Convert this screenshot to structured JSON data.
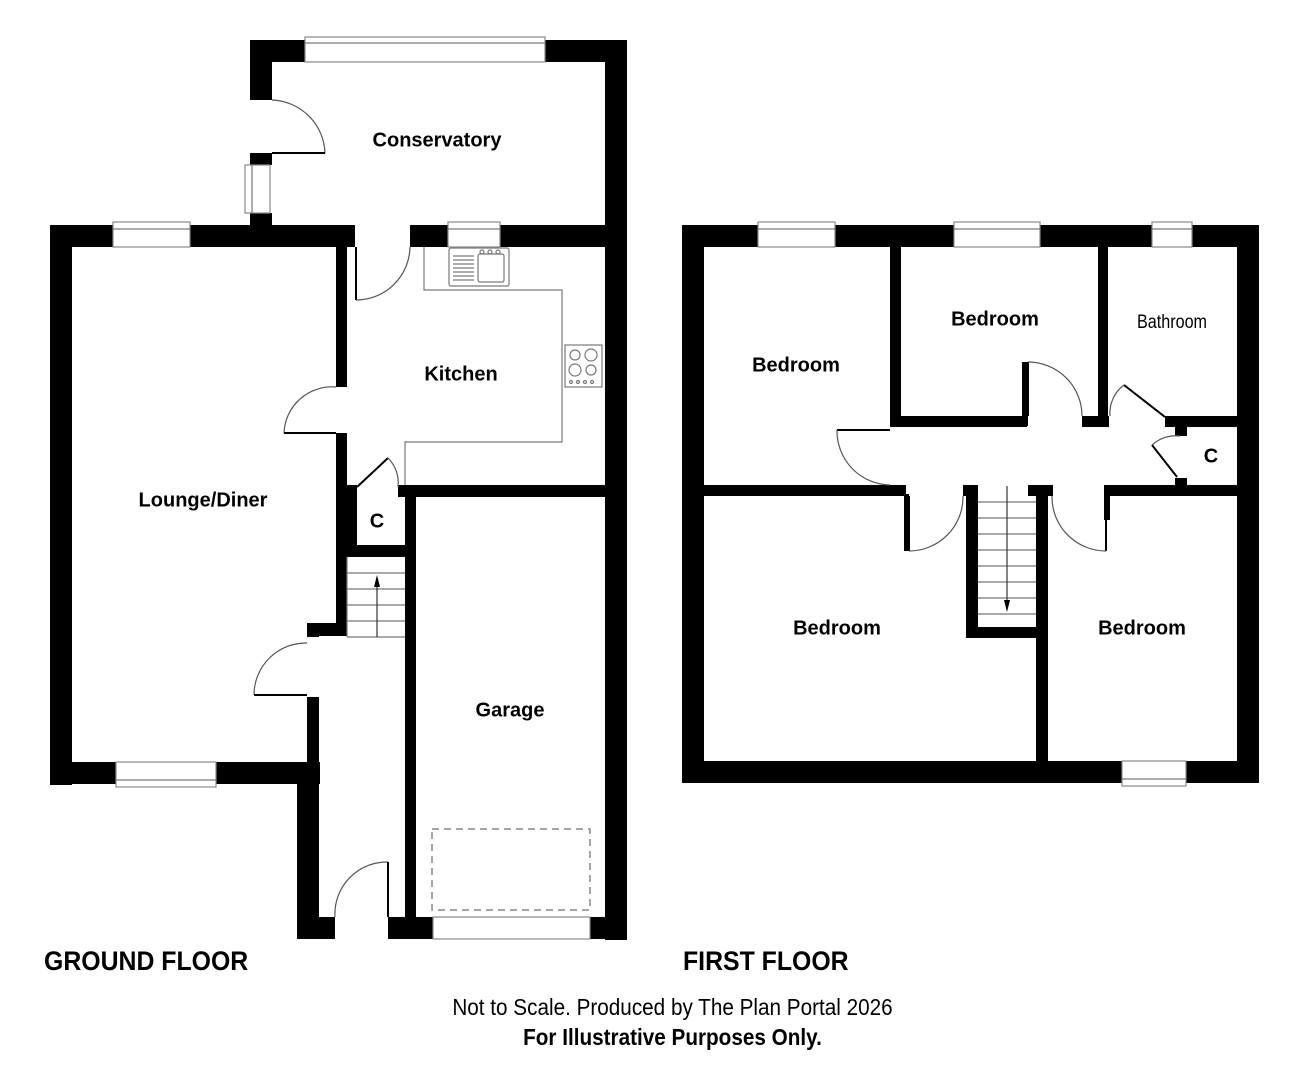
{
  "ground_floor": {
    "title": "GROUND FLOOR",
    "rooms": {
      "conservatory": "Conservatory",
      "kitchen": "Kitchen",
      "lounge": "Lounge/Diner",
      "cupboard": "C",
      "garage": "Garage"
    },
    "stairs_direction": "up"
  },
  "first_floor": {
    "title": "FIRST FLOOR",
    "rooms": {
      "bedroom_left": "Bedroom",
      "bedroom_middle": "Bedroom",
      "bathroom": "Bathroom",
      "cupboard": "C",
      "bedroom_bottom_left": "Bedroom",
      "bedroom_bottom_right": "Bedroom"
    },
    "stairs_direction": "down"
  },
  "footer": {
    "disclaimer": "Not to Scale. Produced by The Plan Portal 2026",
    "note": "For Illustrative Purposes Only."
  },
  "colors": {
    "wall": "#000000",
    "background": "#ffffff",
    "fixture_line": "#7a7a7a"
  }
}
